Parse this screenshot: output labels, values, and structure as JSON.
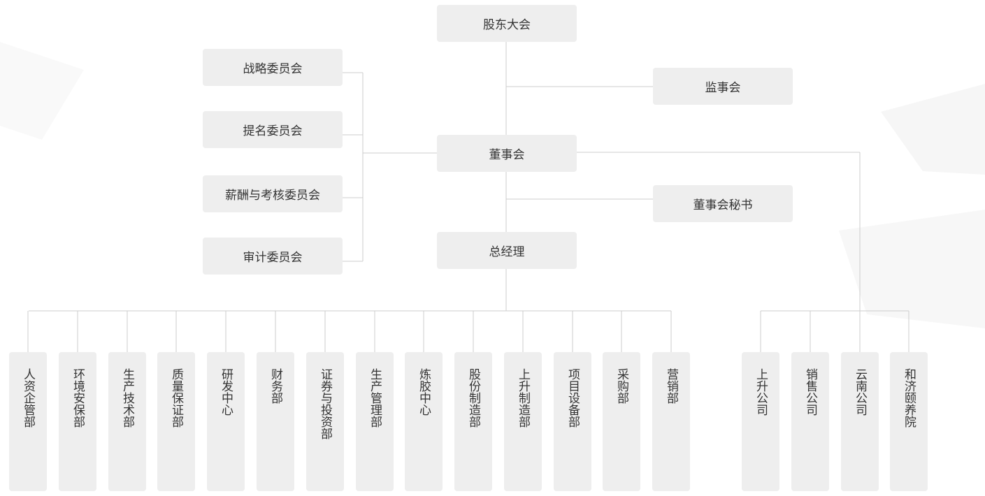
{
  "colors": {
    "box": "#eeeeee",
    "line": "#cccccc",
    "text": "#333333"
  },
  "top": {
    "shareholders": "股东大会",
    "supervisors": "监事会",
    "board": "董事会",
    "secretary": "董事会秘书",
    "gm": "总经理"
  },
  "committees": [
    "战略委员会",
    "提名委员会",
    "薪酬与考核委员会",
    "审计委员会"
  ],
  "departments": [
    "人资企管部",
    "环境安保部",
    "生产技术部",
    "质量保证部",
    "研发中心",
    "财务部",
    "证券与投资部",
    "生产管理部",
    "炼胶中心",
    "股份制造部",
    "上升制造部",
    "项目设备部",
    "采购部",
    "营销部"
  ],
  "subsidiaries": [
    "上升公司",
    "销售公司",
    "云南公司",
    "和济颐养院"
  ]
}
